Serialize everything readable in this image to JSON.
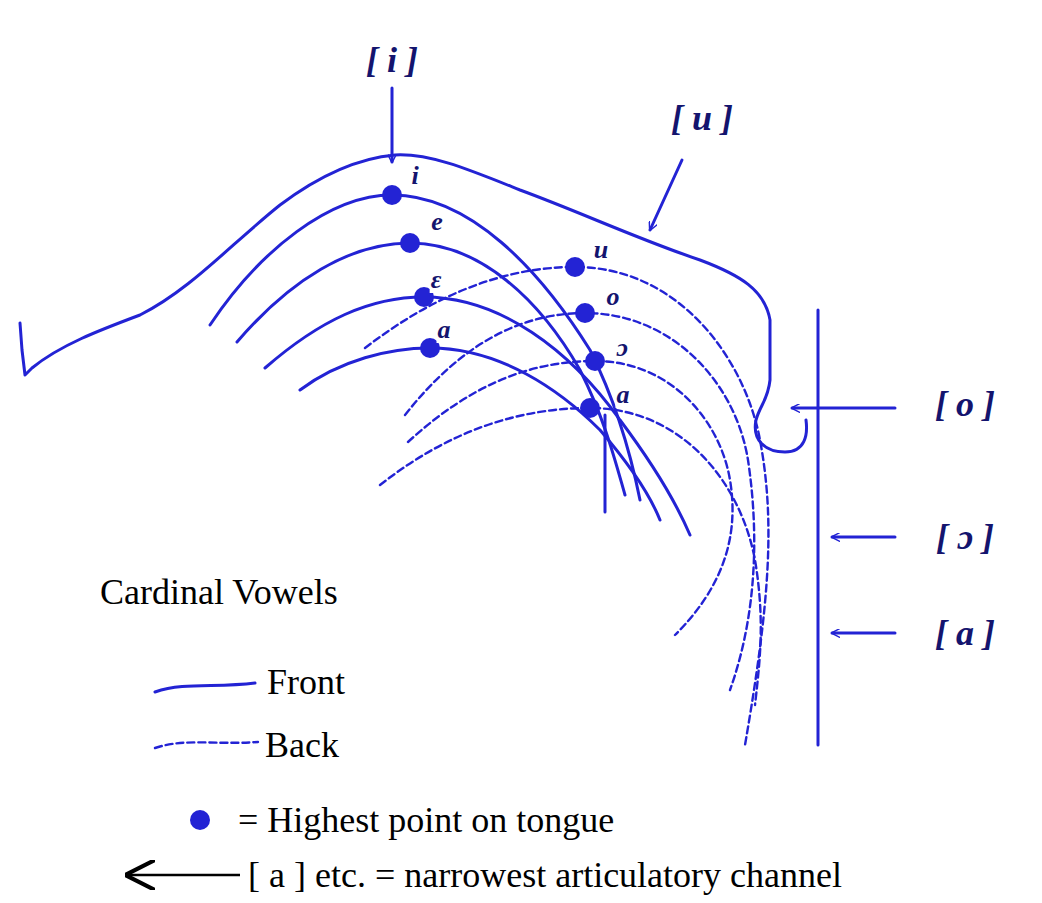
{
  "diagram": {
    "labels": [
      "[ i ]",
      "[ u ]",
      "[ o ]",
      "[ ɔ ]",
      "[ a ]",
      "i",
      "e",
      "ɛ",
      "a",
      "u",
      "o",
      "ɔ",
      "a",
      "Cardinal Vowels"
    ],
    "legend": [
      {
        "text": "Front"
      },
      {
        "text": "Back"
      },
      {
        "text": "= Highest point on tongue"
      },
      {
        "text": "[ a ] etc. = narrowest articulatory channel"
      }
    ]
  }
}
